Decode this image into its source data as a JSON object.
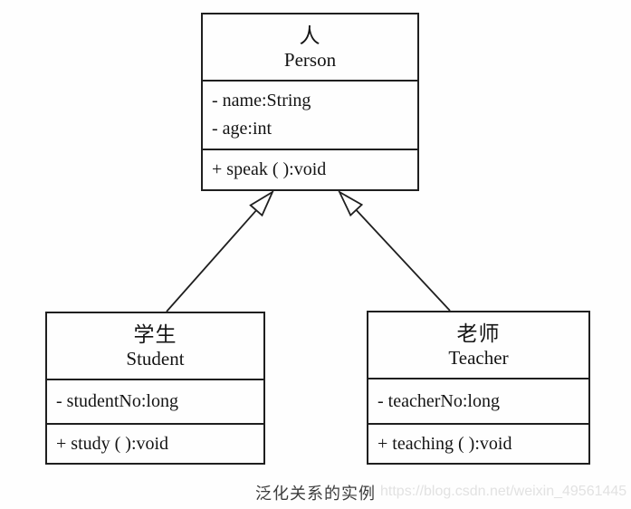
{
  "caption": "泛化关系的实例",
  "watermark": "https://blog.csdn.net/weixin_49561445",
  "classes": {
    "person": {
      "name_zh": "人",
      "name_en": "Person",
      "attributes": [
        "- name:String",
        "- age:int"
      ],
      "methods": [
        "+ speak ( ):void"
      ]
    },
    "student": {
      "name_zh": "学生",
      "name_en": "Student",
      "attributes": [
        "- studentNo:long"
      ],
      "methods": [
        "+ study ( ):void"
      ]
    },
    "teacher": {
      "name_zh": "老师",
      "name_en": "Teacher",
      "attributes": [
        "- teacherNo:long"
      ],
      "methods": [
        "+ teaching ( ):void"
      ]
    }
  },
  "relationships": [
    {
      "type": "generalization",
      "from": "Student",
      "to": "Person"
    },
    {
      "type": "generalization",
      "from": "Teacher",
      "to": "Person"
    }
  ],
  "colors": {
    "line": "#1f1f1f",
    "text": "#141414",
    "caption": "#3d3d3d",
    "watermark": "#e2e2e2",
    "background": "#fefefe"
  }
}
